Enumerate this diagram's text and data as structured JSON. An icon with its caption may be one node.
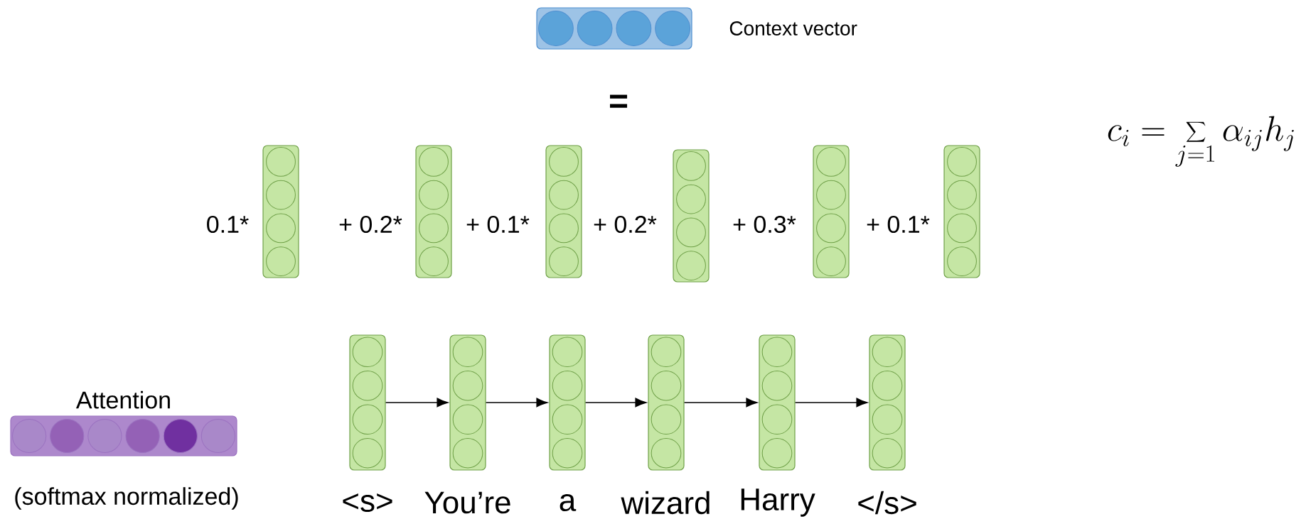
{
  "diagram": {
    "nodes": [
      {
        "text": [],
        "shape": "bar",
        "beside": [
          "Context vector"
        ]
      },
      {
        "text": [],
        "shape": "bar"
      },
      {
        "text": [],
        "shape": "bar"
      },
      {
        "text": [],
        "shape": "bar"
      },
      {
        "text": [],
        "shape": "bar"
      },
      {
        "text": [],
        "shape": "bar"
      },
      {
        "text": [],
        "shape": "bar"
      },
      {
        "text": [],
        "shape": "bar",
        "beside": [
          "<s>"
        ]
      },
      {
        "text": [],
        "shape": "bar",
        "beside": [
          "You’re"
        ]
      },
      {
        "text": [],
        "shape": "bar",
        "beside": [
          "a"
        ]
      },
      {
        "text": [],
        "shape": "bar",
        "beside": [
          "wizard"
        ]
      },
      {
        "text": [],
        "shape": "bar",
        "beside": [
          "Harry"
        ]
      },
      {
        "text": [],
        "shape": "bar",
        "beside": [
          "</s>"
        ]
      },
      {
        "text": [
          "Attention"
        ],
        "beside": [
          "(softmax normalized)"
        ]
      }
    ],
    "edges": [
      {
        "from": 7,
        "to": 8,
        "arrow": "to"
      },
      {
        "from": 8,
        "to": 9,
        "arrow": "to"
      },
      {
        "from": 9,
        "to": 10,
        "arrow": "to"
      },
      {
        "from": 10,
        "to": 11,
        "arrow": "to"
      },
      {
        "from": 11,
        "to": 12,
        "arrow": "to"
      }
    ],
    "labels": [
      "=",
      "0.1*",
      "+ 0.2*",
      "+ 0.1*",
      "+ 0.2*",
      "+ 0.3*",
      "+ 0.1*",
      "c_i = \\sum_{j=1} \\alpha_{ij} h_j"
    ]
  }
}
